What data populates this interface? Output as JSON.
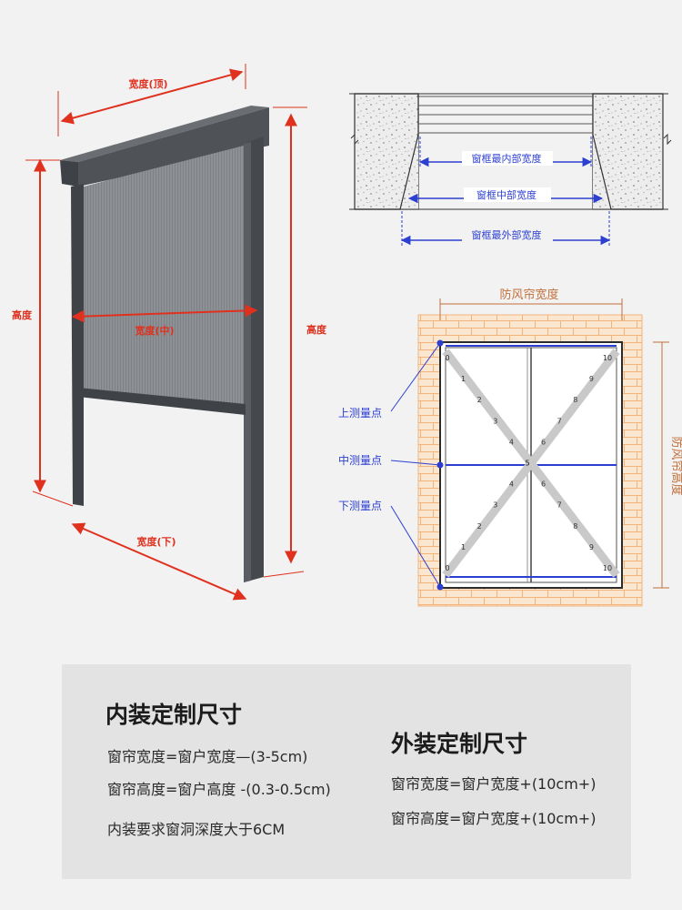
{
  "left_diagram": {
    "width_top_label": "宽度(顶)",
    "width_mid_label": "宽度(中)",
    "width_bottom_label": "宽度(下)",
    "height_left_label": "高度",
    "height_right_label": "高度",
    "colors": {
      "dimension_red": "#e0311f",
      "frame_dark": "#4a4d52",
      "mesh_gray": "#8a8d90"
    }
  },
  "top_right_diagram": {
    "inner_width_label": "窗框最内部宽度",
    "middle_width_label": "窗框中部宽度",
    "outer_width_label": "窗框最外部宽度",
    "colors": {
      "arrow_blue": "#2c3fd1"
    }
  },
  "brick_diagram": {
    "width_label": "防风帘宽度",
    "height_label": "防风帘高度",
    "upper_point_label": "上测量点",
    "middle_point_label": "中测量点",
    "lower_point_label": "下测量点",
    "ruler_ticks": [
      "0",
      "1",
      "2",
      "3",
      "4",
      "5",
      "6",
      "7",
      "8",
      "9",
      "10"
    ],
    "colors": {
      "brick_orange": "#f3c79a",
      "label_brown": "#c2703a"
    }
  },
  "interior": {
    "title": "内装定制尺寸",
    "lines": [
      "窗帘宽度=窗户宽度—(3-5cm)",
      "窗帘高度=窗户高度 -(0.3-0.5cm)",
      "内装要求窗洞深度大于6CM"
    ]
  },
  "exterior": {
    "title": "外装定制尺寸",
    "lines": [
      "窗帘宽度=窗户宽度+(10cm+)",
      "窗帘高度=窗户宽度+(10cm+)"
    ]
  }
}
